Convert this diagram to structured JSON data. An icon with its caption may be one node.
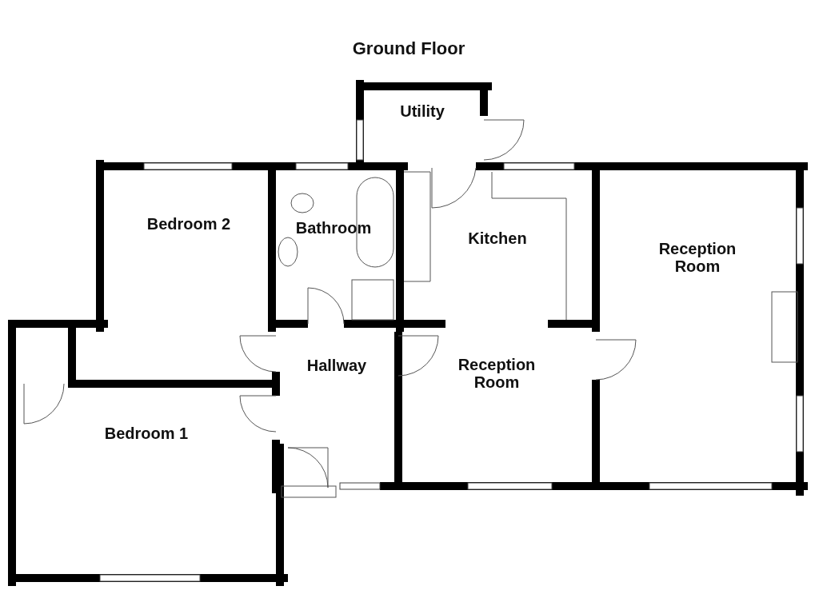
{
  "diagram": {
    "title": "Ground Floor",
    "labels": [
      "Utility",
      "Bedroom 2",
      "Bathroom",
      "Kitchen",
      "Reception Room",
      "Hallway",
      "Reception Room",
      "Bedroom 1"
    ]
  }
}
